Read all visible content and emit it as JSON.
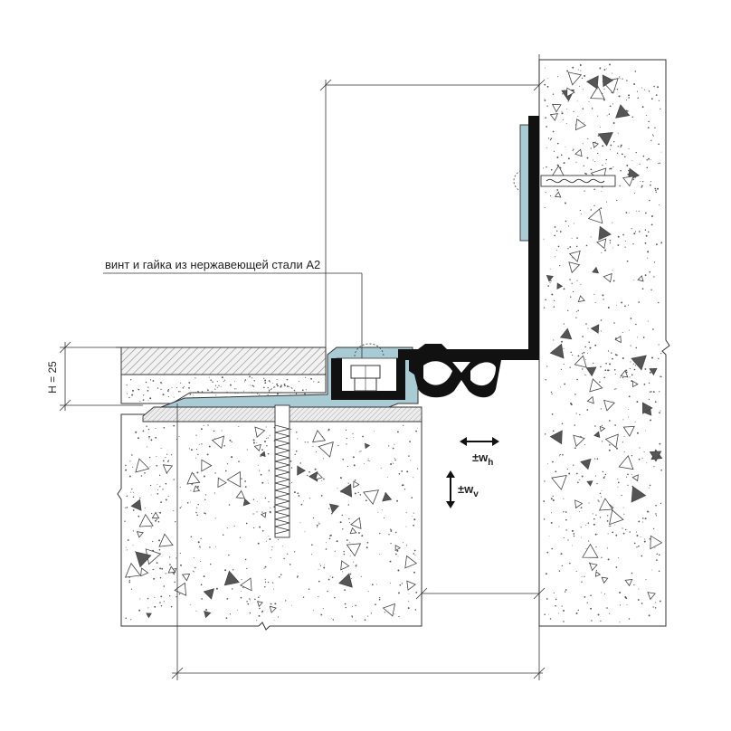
{
  "drawing": {
    "callout_text": "винт и гайка из нержавеющей стали А2",
    "height_label": "H = 25",
    "horizontal_movement": {
      "symbol": "±w",
      "subscript": "h"
    },
    "vertical_movement": {
      "symbol": "±w",
      "subscript": "v"
    },
    "colors": {
      "line": "#333333",
      "concrete": "#f6f6f6",
      "profile_blue": "#a9cbd3",
      "rubber_insert": "#111111",
      "tile_hatch": "#999999",
      "screed": "#eeeeee"
    }
  }
}
